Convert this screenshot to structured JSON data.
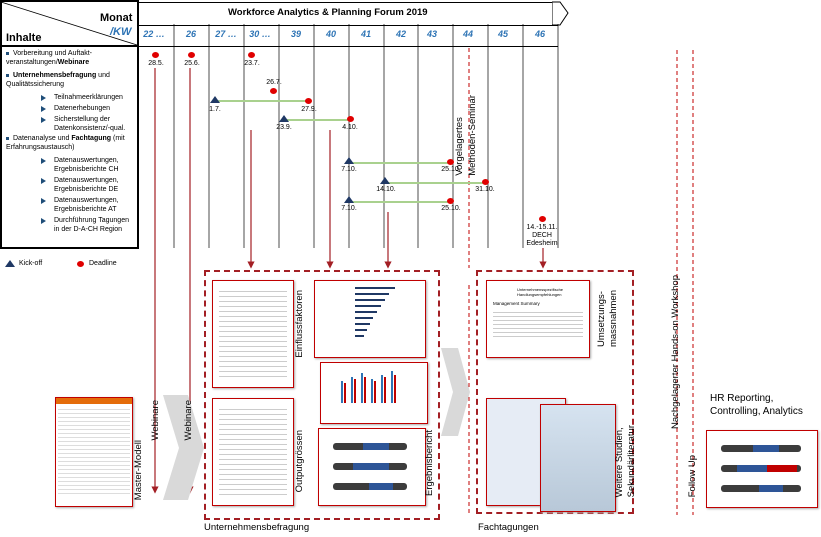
{
  "header": {
    "title": "Workforce Analytics & Planning Forum 2019",
    "monat": "Monat",
    "kw": "/KW",
    "inhalte": "Inhalte",
    "weeks": [
      "22 …",
      "26",
      "27 …",
      "30 …",
      "39",
      "40",
      "41",
      "42",
      "43",
      "44",
      "45",
      "46"
    ]
  },
  "rows": {
    "r1": "Vorbereitung und Auftakt-veranstaltungen/",
    "r1b": "Webinare",
    "r2b": "Unternehmensbefragung",
    "r2": " und Qualitätssicherung",
    "r2a": "Teilnahmeerklärungen",
    "r2c": "Datenerhebungen",
    "r2d": "Sicherstellung der Datenkonsistenz/-qual.",
    "r3": "Datenanalyse und ",
    "r3b": "Fachtagung",
    "r3c": " (mit Erfahrungsaustausch)",
    "r3d": "Datenauswertungen, Ergebnisberichte CH",
    "r3e": "Datenauswertungen, Ergebnisberichte DE",
    "r3f": "Datenauswertungen, Ergebnisberichte AT",
    "r3g": "Durchführung Tagungen in der D-A-CH Region"
  },
  "dates": {
    "d1": "28.5.",
    "d2": "25.6.",
    "d3": "23.7.",
    "d4": "26.7.",
    "d5": "1.7.",
    "d6": "27.9.",
    "d7": "23.9.",
    "d8": "4.10.",
    "d9": "7.10.",
    "d10": "25.10.",
    "d11": "14.10.",
    "d12": "31.10.",
    "d13": "7.10.",
    "d14": "25.10.",
    "d15": "14.-15.11.",
    "d16": "DECH",
    "d17": "Edesheim"
  },
  "vertical": {
    "seminar1": "Vorgelagertes",
    "seminar2": "Methoden-Seminar",
    "workshop": "Nachgelagerter Hands-on Workshop",
    "followup": "Follow Up"
  },
  "legend": {
    "kickoff": "Kick-off",
    "deadline": "Deadline"
  },
  "bottom": {
    "master": "Master-Modell",
    "webinare1": "Webinare",
    "webinare2": "Webinare",
    "einfluss": "Einflussfaktoren",
    "output": "Outputgrössen",
    "ergebnis": "Ergebnisbericht",
    "unternehmen": "Unternehmensbefragung",
    "umsetzung1": "Umsetzungs-",
    "umsetzung2": "massnahmen",
    "studien1": "Weitere Studien,",
    "studien2": "Sekundärliteratur",
    "fachtagungen": "Fachtagungen",
    "hr": "HR Reporting, Controlling, Analytics",
    "doc_umsetzung": "Unternehmensspezifische Handlungsempfehlungen",
    "doc_mgmt": "Management Summary"
  },
  "colors": {
    "accent": "#a31f24",
    "kw": "#2e74b5",
    "kickoff": "#1f3864",
    "deadline": "#e00000",
    "bar": "#a9d18e"
  }
}
